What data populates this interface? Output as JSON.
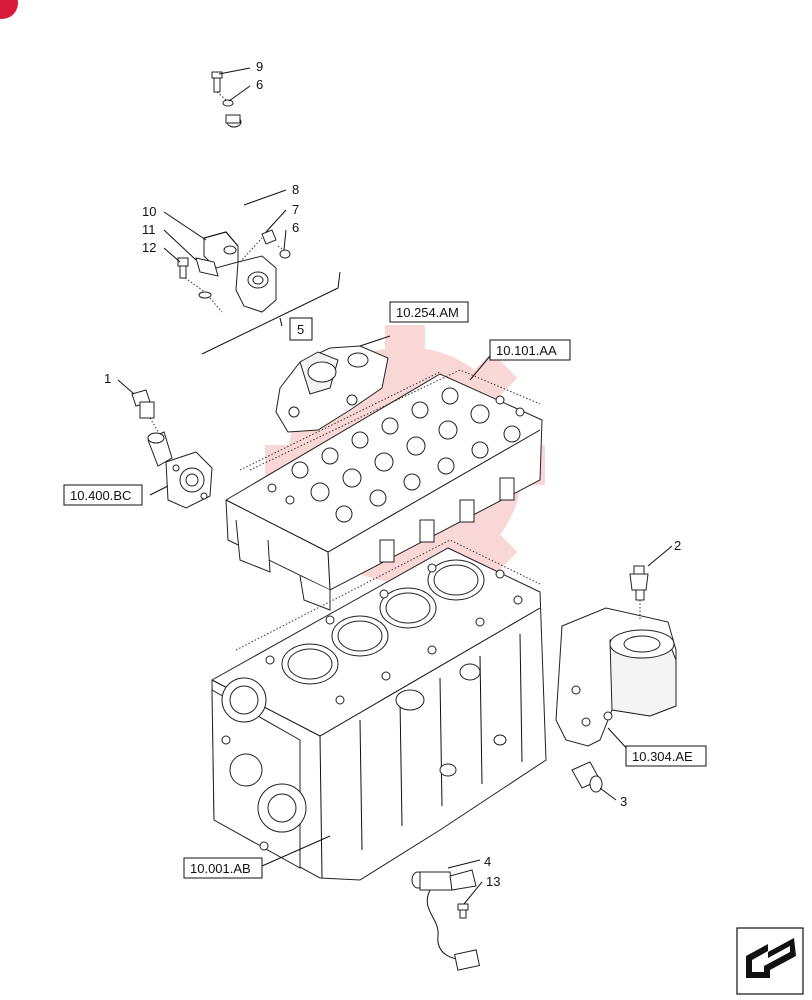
{
  "callouts": {
    "c1": "1",
    "c2": "2",
    "c3": "3",
    "c4": "4",
    "c5": "5",
    "c6a": "6",
    "c6b": "6",
    "c7": "7",
    "c8": "8",
    "c9": "9",
    "c10": "10",
    "c11": "11",
    "c12": "12",
    "c13": "13"
  },
  "refs": {
    "head": "10.101.AA",
    "manifold": "10.254.AM",
    "thermostat": "10.400.BC",
    "block": "10.001.AB",
    "filter": "10.304.AE"
  },
  "colors": {
    "watermark": "#f5b8b8",
    "corner_badge": "#d81b3a",
    "line": "#111111"
  },
  "icons": {
    "nav": "next-page-arrow-icon",
    "badge": "corner-badge-icon",
    "watermark": "gear-watermark-icon"
  }
}
